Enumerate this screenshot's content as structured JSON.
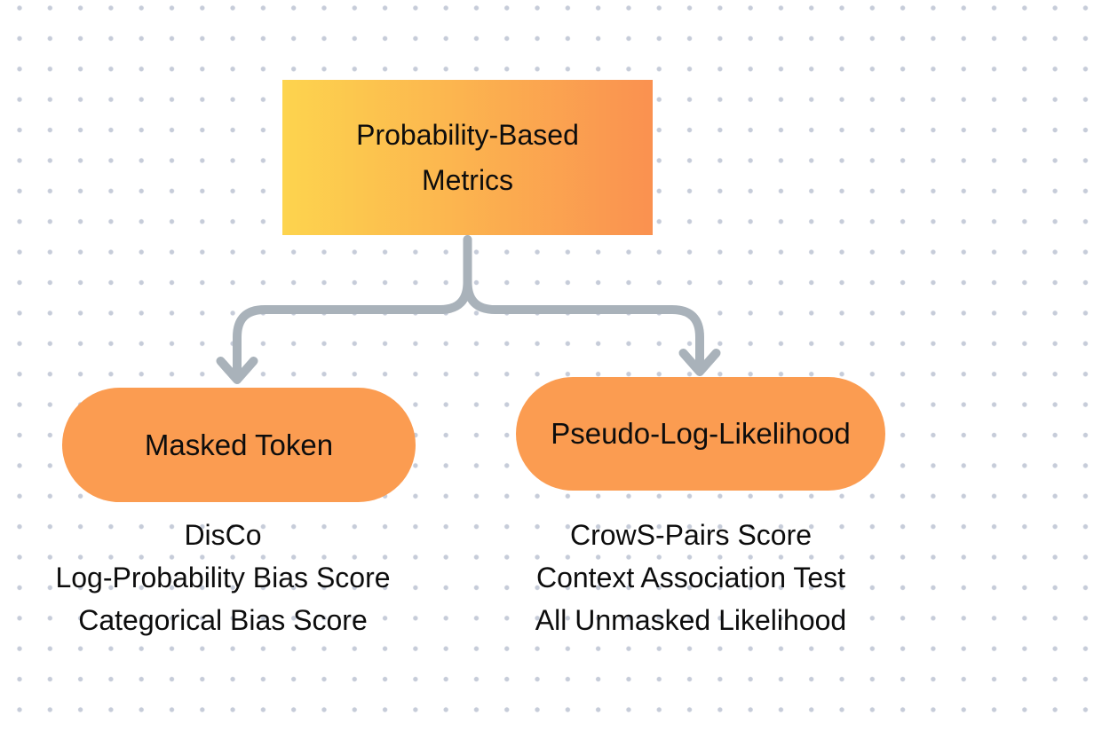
{
  "diagram": {
    "root": {
      "label": "Probability-Based Metrics"
    },
    "branches": [
      {
        "label": "Masked Token",
        "items": [
          "DisCo",
          "Log-Probability Bias Score",
          "Categorical Bias Score"
        ]
      },
      {
        "label": "Pseudo-Log-Likelihood",
        "items": [
          "CrowS-Pairs Score",
          "Context Association Test",
          "All Unmasked Likelihood"
        ]
      }
    ]
  },
  "colors": {
    "background": "#ffffff",
    "dot": "#c6ccd9",
    "gradient_start": "#fdd44e",
    "gradient_end": "#fa9150",
    "pill": "#fb9c51",
    "connector": "#a9b2ba",
    "text": "#0d0d0d"
  }
}
